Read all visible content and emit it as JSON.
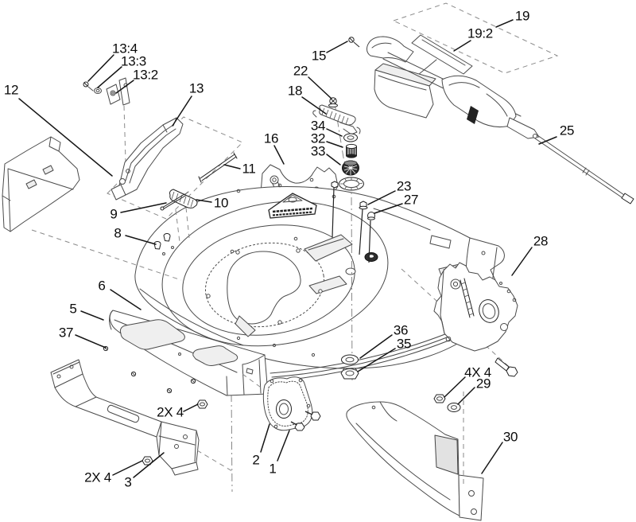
{
  "diagram": {
    "kind": "exploded-parts-diagram",
    "background": "#ffffff"
  },
  "colors": {
    "line": "#4a4a4a",
    "leader": "#151515",
    "dark_fill": "#2e2e2e",
    "background": "#ffffff"
  },
  "labels": {
    "p12": "12",
    "p13_4": "13:4",
    "p13_3": "13:3",
    "p13_2": "13:2",
    "p13": "13",
    "p11": "11",
    "p10": "10",
    "p9": "9",
    "p8": "8",
    "p16": "16",
    "p22": "22",
    "p18": "18",
    "p34": "34",
    "p32": "32",
    "p33": "33",
    "p15": "15",
    "p19": "19",
    "p19_2": "19:2",
    "p25": "25",
    "p23": "23",
    "p27": "27",
    "p28": "28",
    "p36": "36",
    "p35": "35",
    "p4x4": "4X 4",
    "p29": "29",
    "p30": "30",
    "p6": "6",
    "p5": "5",
    "p37": "37",
    "p2x4_a": "2X 4",
    "p2x4_b": "2X 4",
    "p3": "3",
    "p2": "2",
    "p1": "1"
  }
}
